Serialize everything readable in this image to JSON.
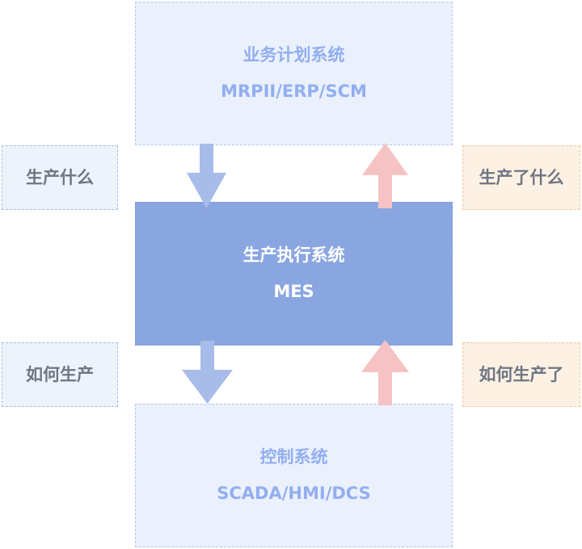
{
  "layers": {
    "business": {
      "title": "业务计划系统",
      "subtitle": "MRPII/ERP/SCM"
    },
    "mes": {
      "title": "生产执行系统",
      "subtitle": "MES"
    },
    "control": {
      "title": "控制系统",
      "subtitle": "SCADA/HMI/DCS"
    }
  },
  "side_labels": {
    "what_to_produce": "生产什么",
    "what_produced": "生产了什么",
    "how_to_produce": "如何生产",
    "how_produced": "如何生产了"
  },
  "colors": {
    "down_arrow": "#a8bce9",
    "up_arrow": "#f5c3c3",
    "mes_fill": "#8aa6e0",
    "layer_fill": "#eaf1fd"
  }
}
